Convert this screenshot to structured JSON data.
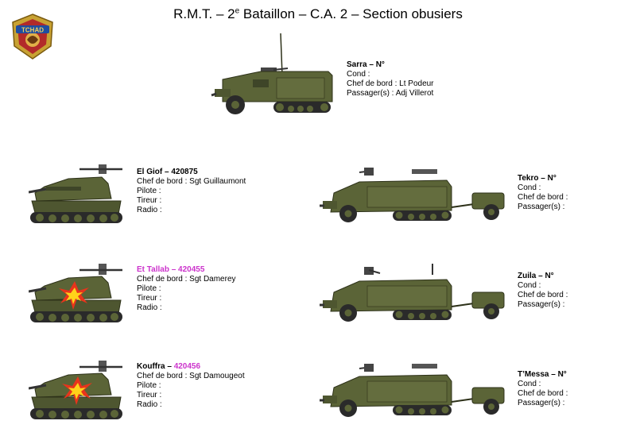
{
  "title": {
    "prefix": "R.M.T. – 2",
    "sup": "e",
    "suffix": " Bataillon – C.A. 2 – Section obusiers"
  },
  "insignia": {
    "text": "TCHAD"
  },
  "colors": {
    "olive": "#5b6437",
    "dark": "#2d3119",
    "highlight": "#cc33cc"
  },
  "command": {
    "name": "Sarra – N°",
    "lines": [
      "Cond :",
      "Chef de bord : Lt Podeur",
      "Passager(s) : Adj Villerot"
    ]
  },
  "guns": [
    {
      "name": "El Giof – 420875",
      "lines": [
        "Chef de bord : Sgt Guillaumont",
        "Pilote :",
        "Tireur :",
        "Radio :"
      ]
    },
    {
      "name": "Et Tallab – 420455",
      "lines": [
        "Chef de bord : Sgt Damerey",
        "Pilote :",
        "Tireur :",
        "Radio :"
      ]
    },
    {
      "name_a": "Kouffra",
      "name_b": " – ",
      "name_c": "420456",
      "lines": [
        "Chef de bord : Sgt Damougeot",
        "Pilote :",
        "Tireur :",
        "Radio :"
      ]
    }
  ],
  "halftracks": [
    {
      "name": "Tekro – N°",
      "lines": [
        "Cond :",
        "Chef de bord :",
        "Passager(s) :"
      ]
    },
    {
      "name": "Zuila – N°",
      "lines": [
        "Cond :",
        "Chef de bord :",
        "Passager(s) :"
      ]
    },
    {
      "name": "T’Messa – N°",
      "lines": [
        "Cond :",
        "Chef de bord :",
        "Passager(s) :"
      ]
    }
  ]
}
